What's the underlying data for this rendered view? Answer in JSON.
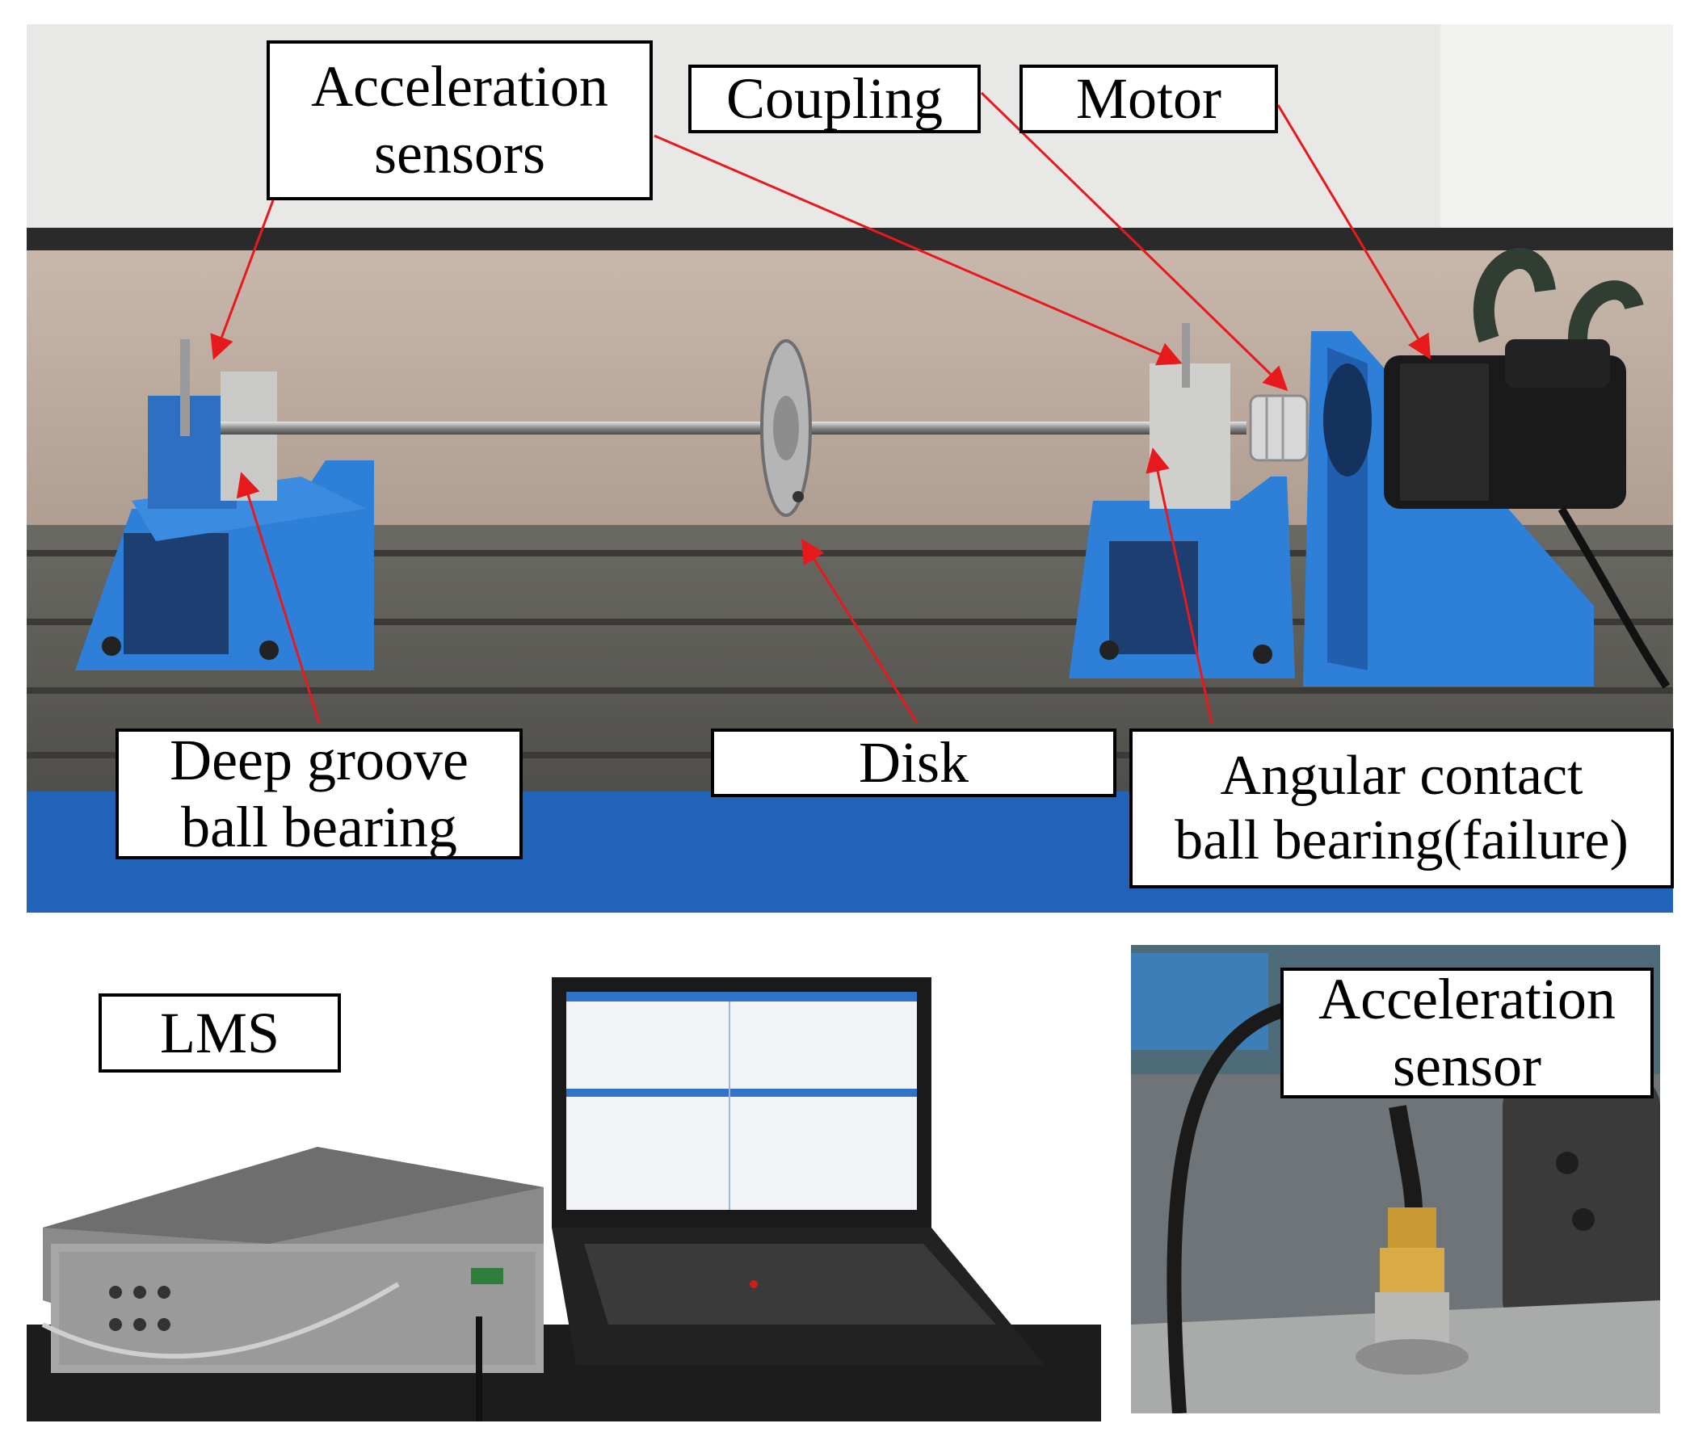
{
  "labels": {
    "acceleration_sensors": "Acceleration\nsensors",
    "coupling": "Coupling",
    "motor": "Motor",
    "deep_groove": "Deep groove\nball bearing",
    "disk": "Disk",
    "angular_contact": "Angular contact\nball bearing(failure)",
    "lms": "LMS",
    "acceleration_sensor": "Acceleration\nsensor"
  },
  "colors": {
    "arrow": "#e8191c",
    "base_blue": "#2063b8",
    "machine_blue": "#2d7fd8",
    "floor": "#b9a79a",
    "wall": "#e9e9e7",
    "table": "#5d5c58",
    "label_border": "#000000"
  }
}
